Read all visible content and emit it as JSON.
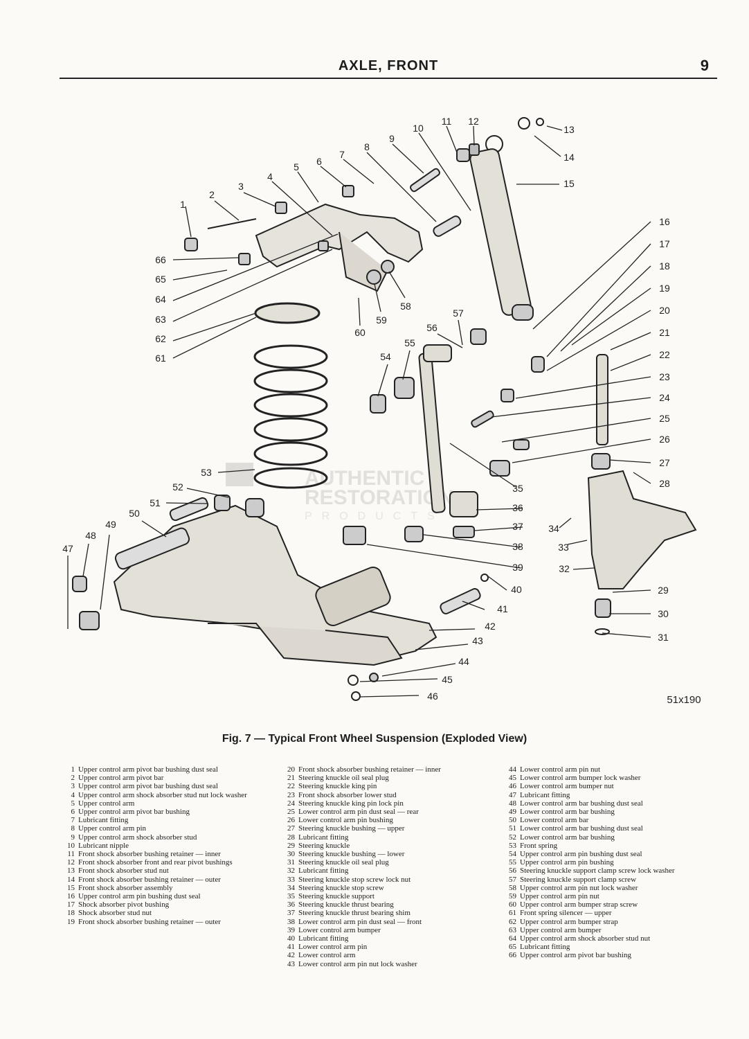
{
  "header": {
    "section_title": "AXLE, FRONT",
    "page_number": "9"
  },
  "figure": {
    "code": "51x190",
    "caption": "Fig. 7 — Typical Front Wheel Suspension (Exploded View)",
    "watermark_lines": [
      "AUTHENTIC",
      "RESTORATION",
      "PRODUCTS"
    ],
    "callouts": [
      "1",
      "2",
      "3",
      "4",
      "5",
      "6",
      "7",
      "8",
      "9",
      "10",
      "11",
      "12",
      "13",
      "14",
      "15",
      "16",
      "17",
      "18",
      "19",
      "20",
      "21",
      "22",
      "23",
      "24",
      "25",
      "26",
      "27",
      "28",
      "29",
      "30",
      "31",
      "32",
      "33",
      "34",
      "35",
      "36",
      "37",
      "38",
      "39",
      "40",
      "41",
      "42",
      "43",
      "44",
      "45",
      "46",
      "47",
      "48",
      "49",
      "50",
      "51",
      "52",
      "53",
      "54",
      "55",
      "56",
      "57",
      "58",
      "59",
      "60",
      "61",
      "62",
      "63",
      "64",
      "65",
      "66"
    ]
  },
  "legend": [
    {
      "num": "1",
      "text": "Upper control arm pivot bar bushing dust seal"
    },
    {
      "num": "2",
      "text": "Upper control arm pivot bar"
    },
    {
      "num": "3",
      "text": "Upper control arm pivot bar bushing dust seal"
    },
    {
      "num": "4",
      "text": "Upper control arm shock absorber stud nut lock washer"
    },
    {
      "num": "5",
      "text": "Upper control arm"
    },
    {
      "num": "6",
      "text": "Upper control arm pivot bar bushing"
    },
    {
      "num": "7",
      "text": "Lubricant fitting"
    },
    {
      "num": "8",
      "text": "Upper control arm pin"
    },
    {
      "num": "9",
      "text": "Upper control arm shock absorber stud"
    },
    {
      "num": "10",
      "text": "Lubricant nipple"
    },
    {
      "num": "11",
      "text": "Front shock absorber bushing retainer — inner"
    },
    {
      "num": "12",
      "text": "Front shock absorber front and rear pivot bushings"
    },
    {
      "num": "13",
      "text": "Front shock absorber stud nut"
    },
    {
      "num": "14",
      "text": "Front shock absorber bushing retainer — outer"
    },
    {
      "num": "15",
      "text": "Front shock absorber assembly"
    },
    {
      "num": "16",
      "text": "Upper control arm pin bushing dust seal"
    },
    {
      "num": "17",
      "text": "Shock absorber pivot bushing"
    },
    {
      "num": "18",
      "text": "Shock absorber stud nut"
    },
    {
      "num": "19",
      "text": "Front shock absorber bushing retainer — outer"
    },
    {
      "num": "20",
      "text": "Front shock absorber bushing retainer — inner"
    },
    {
      "num": "21",
      "text": "Steering knuckle oil seal plug"
    },
    {
      "num": "22",
      "text": "Steering knuckle king pin"
    },
    {
      "num": "23",
      "text": "Front shock absorber lower stud"
    },
    {
      "num": "24",
      "text": "Steering knuckle king pin lock pin"
    },
    {
      "num": "25",
      "text": "Lower control arm pin dust seal — rear"
    },
    {
      "num": "26",
      "text": "Lower control arm pin bushing"
    },
    {
      "num": "27",
      "text": "Steering knuckle bushing — upper"
    },
    {
      "num": "28",
      "text": "Lubricant fitting"
    },
    {
      "num": "29",
      "text": "Steering knuckle"
    },
    {
      "num": "30",
      "text": "Steering knuckle bushing — lower"
    },
    {
      "num": "31",
      "text": "Steering knuckle oil seal plug"
    },
    {
      "num": "32",
      "text": "Lubricant fitting"
    },
    {
      "num": "33",
      "text": "Steering knuckle stop screw lock nut"
    },
    {
      "num": "34",
      "text": "Steering knuckle stop screw"
    },
    {
      "num": "35",
      "text": "Steering knuckle support"
    },
    {
      "num": "36",
      "text": "Steering knuckle thrust bearing"
    },
    {
      "num": "37",
      "text": "Steering knuckle thrust bearing shim"
    },
    {
      "num": "38",
      "text": "Lower control arm pin dust seal — front"
    },
    {
      "num": "39",
      "text": "Lower control arm bumper"
    },
    {
      "num": "40",
      "text": "Lubricant fitting"
    },
    {
      "num": "41",
      "text": "Lower control arm pin"
    },
    {
      "num": "42",
      "text": "Lower control arm"
    },
    {
      "num": "43",
      "text": "Lower control arm pin nut lock washer"
    },
    {
      "num": "44",
      "text": "Lower control arm pin nut"
    },
    {
      "num": "45",
      "text": "Lower control arm bumper lock washer"
    },
    {
      "num": "46",
      "text": "Lower control arm bumper nut"
    },
    {
      "num": "47",
      "text": "Lubricant fitting"
    },
    {
      "num": "48",
      "text": "Lower control arm bar bushing dust seal"
    },
    {
      "num": "49",
      "text": "Lower control arm bar bushing"
    },
    {
      "num": "50",
      "text": "Lower control arm bar"
    },
    {
      "num": "51",
      "text": "Lower control arm bar bushing dust seal"
    },
    {
      "num": "52",
      "text": "Lower control arm bar bushing"
    },
    {
      "num": "53",
      "text": "Front spring"
    },
    {
      "num": "54",
      "text": "Upper control arm pin bushing dust seal"
    },
    {
      "num": "55",
      "text": "Upper control arm pin bushing"
    },
    {
      "num": "56",
      "text": "Steering knuckle support clamp screw lock washer"
    },
    {
      "num": "57",
      "text": "Steering knuckle support clamp screw"
    },
    {
      "num": "58",
      "text": "Upper control arm pin nut lock washer"
    },
    {
      "num": "59",
      "text": "Upper control arm pin nut"
    },
    {
      "num": "60",
      "text": "Upper control arm bumper strap screw"
    },
    {
      "num": "61",
      "text": "Front spring silencer — upper"
    },
    {
      "num": "62",
      "text": "Upper control arm bumper strap"
    },
    {
      "num": "63",
      "text": "Upper control arm bumper"
    },
    {
      "num": "64",
      "text": "Upper control arm shock absorber stud nut"
    },
    {
      "num": "65",
      "text": "Lubricant fitting"
    },
    {
      "num": "66",
      "text": "Upper control arm pivot bar bushing"
    }
  ]
}
